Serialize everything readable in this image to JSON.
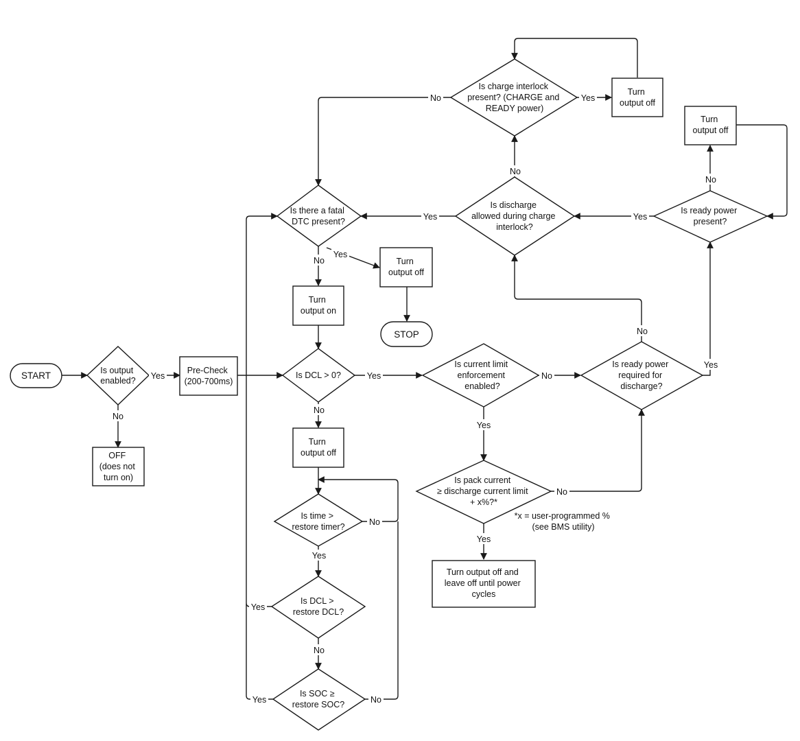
{
  "nodes": {
    "start": "START",
    "q_output_enabled": [
      "Is output",
      "enabled?"
    ],
    "off_no_turn_on": [
      "OFF",
      "(does not",
      "turn on)"
    ],
    "pre_check": [
      "Pre-Check",
      "(200-700ms)"
    ],
    "q_dcl_gt_0": [
      "Is DCL > 0?"
    ],
    "out_off_dcl": [
      "Turn",
      "output off"
    ],
    "q_time_restore": [
      "Is time >",
      "restore timer?"
    ],
    "q_dcl_restore": [
      "Is DCL >",
      "restore DCL?"
    ],
    "q_soc_restore": [
      "Is SOC ≥",
      "restore SOC?"
    ],
    "q_fatal_dtc": [
      "Is there a fatal",
      "DTC present?"
    ],
    "out_on": [
      "Turn",
      "output on"
    ],
    "out_off_dtc": [
      "Turn",
      "output off"
    ],
    "stop": "STOP",
    "q_charge_interlock": [
      "Is charge interlock",
      "present? (CHARGE and",
      "READY power)"
    ],
    "out_off_interlock": [
      "Turn",
      "output off"
    ],
    "q_discharge_allowed": [
      "Is discharge",
      "allowed during charge",
      "interlock?"
    ],
    "q_ready_power_present": [
      "Is ready power",
      "present?"
    ],
    "out_off_ready": [
      "Turn",
      "output off"
    ],
    "q_current_limit_enf": [
      "Is current limit",
      "enforcement",
      "enabled?"
    ],
    "q_ready_required": [
      "Is ready power",
      "required for",
      "discharge?"
    ],
    "q_pack_current": [
      "Is pack current",
      "≥ discharge current limit",
      "+ x%?*"
    ],
    "out_off_power_cycle": [
      "Turn output off and",
      "leave off until power",
      "cycles"
    ]
  },
  "note": [
    "*x = user-programmed %",
    "(see BMS utility)"
  ],
  "edge_labels": {
    "enabled_yes": "Yes",
    "enabled_no": "No",
    "dcl_yes": "Yes",
    "dcl_no": "No",
    "time_no": "No",
    "time_yes": "Yes",
    "dclrestore_yes": "Yes",
    "dclrestore_no": "No",
    "soc_yes": "Yes",
    "soc_no": "No",
    "dtc_no": "No",
    "dtc_yes": "Yes",
    "interlock_no": "No",
    "interlock_yes": "Yes",
    "discharge_no": "No",
    "discharge_yes": "Yes",
    "readypresent_yes": "Yes",
    "readypresent_no": "No",
    "currentenf_no": "No",
    "currentenf_yes": "Yes",
    "readyreq_no": "No",
    "readyreq_yes": "Yes",
    "pack_no": "No",
    "pack_yes": "Yes"
  },
  "colors": {
    "stroke": "#1a1a1a",
    "fill": "#ffffff",
    "text": "#111111"
  }
}
